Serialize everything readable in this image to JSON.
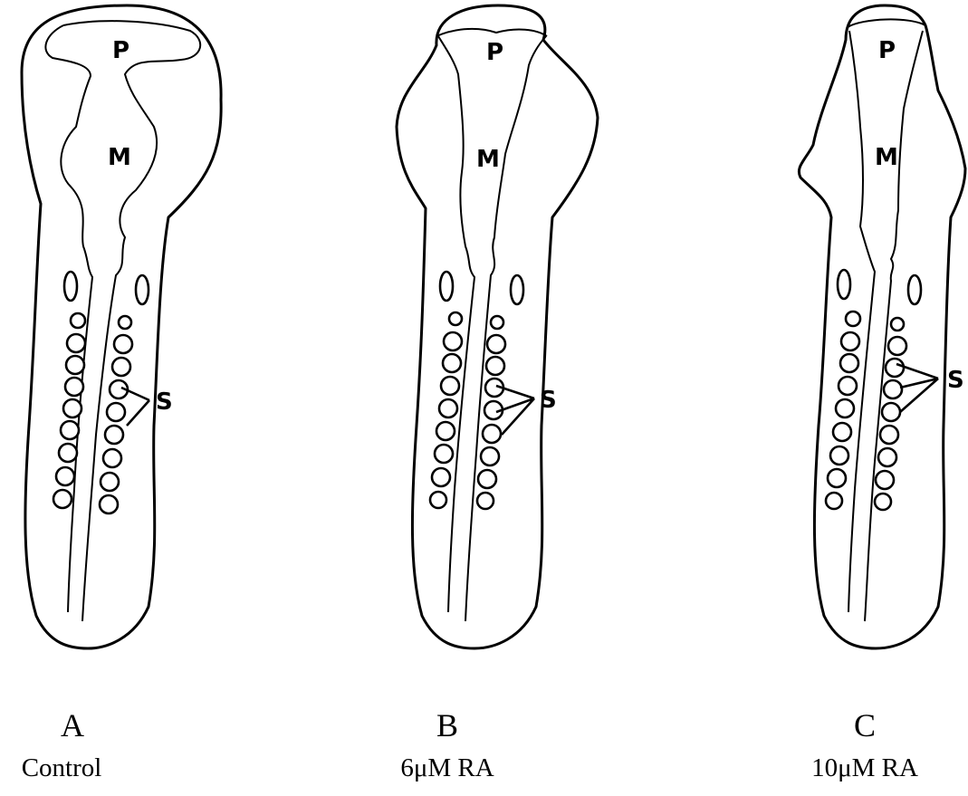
{
  "panels": [
    {
      "letter": "A",
      "caption": "Control",
      "region_labels": {
        "prosencephalon": "P",
        "mesencephalon": "M",
        "somites": "S"
      }
    },
    {
      "letter": "B",
      "caption": "6μM RA",
      "region_labels": {
        "prosencephalon": "P",
        "mesencephalon": "M",
        "somites": "S"
      }
    },
    {
      "letter": "C",
      "caption": "10μM RA",
      "region_labels": {
        "prosencephalon": "P",
        "mesencephalon": "M",
        "somites": "S"
      }
    }
  ]
}
